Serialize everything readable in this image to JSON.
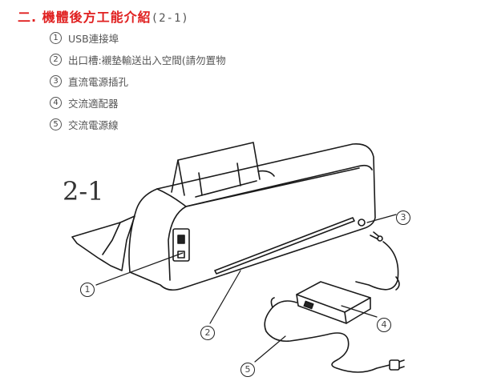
{
  "header": {
    "title": "二. 機體後方工能介紹",
    "subtitle": "(2-1)"
  },
  "items": [
    {
      "num": "1",
      "label": "USB連接埠"
    },
    {
      "num": "2",
      "label": "出口槽:襯墊輸送出入空間(請勿置物"
    },
    {
      "num": "3",
      "label": "直流電源插孔"
    },
    {
      "num": "4",
      "label": "交流適配器"
    },
    {
      "num": "5",
      "label": "交流電源線"
    }
  ],
  "figure": {
    "label": "2-1",
    "callouts": [
      "1",
      "2",
      "3",
      "4",
      "5"
    ]
  }
}
